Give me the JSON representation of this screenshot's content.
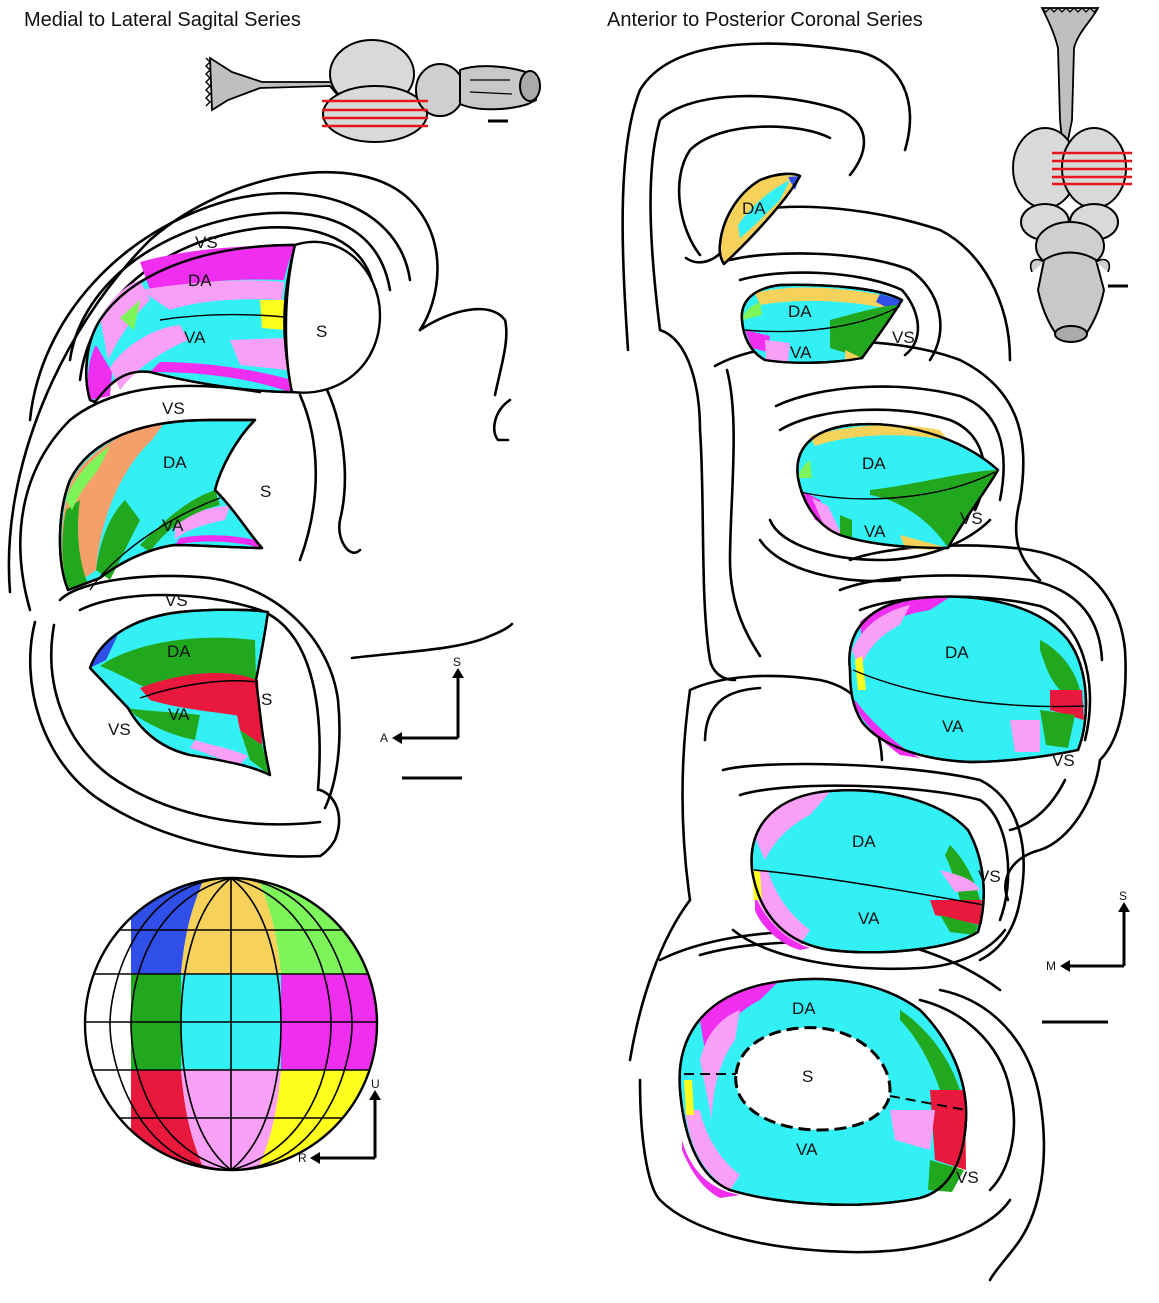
{
  "titles": {
    "sagittal": "Medial to Lateral Sagital Series",
    "coronal": "Anterior to Posterior Coronal Series"
  },
  "labels": {
    "DA": "DA",
    "VA": "VA",
    "VS": "VS",
    "S": "S"
  },
  "axes": {
    "sagittal": {
      "up": "S",
      "left": "A"
    },
    "coronal": {
      "up": "S",
      "left": "M"
    },
    "sphere": {
      "up": "U",
      "left": "R"
    }
  },
  "colors": {
    "cyan": "#33f0f5",
    "magenta": "#f02ef0",
    "pink": "#f7a0f5",
    "green": "#22a81f",
    "lightgreen": "#7df55a",
    "blue": "#2f4fe8",
    "gold": "#f7d25b",
    "yellow": "#ffff1e",
    "red": "#e8193c",
    "orange": "#f5a06a",
    "plane_lines": "#e8141e"
  }
}
